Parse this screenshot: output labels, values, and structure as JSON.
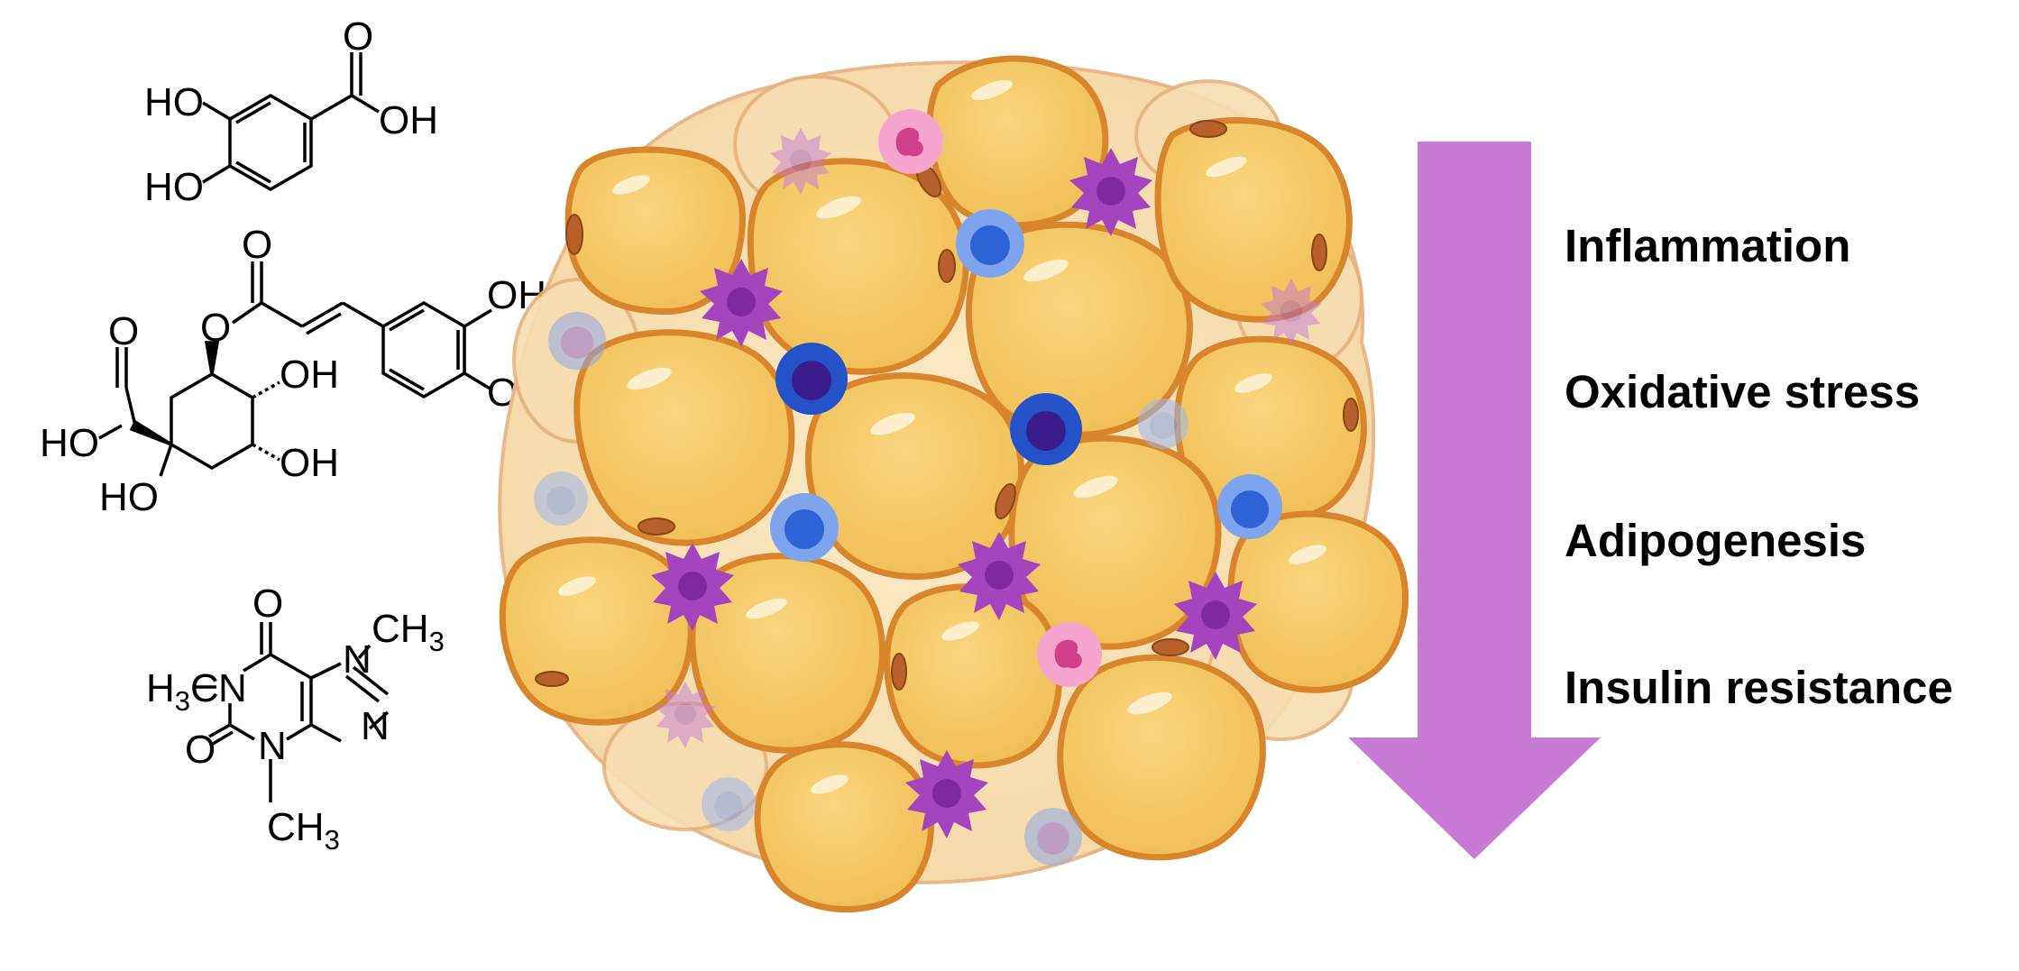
{
  "molecules": {
    "protocatechuic": {
      "ho_top": "HO",
      "ho_bottom": "HO",
      "o": "O",
      "oh": "OH"
    },
    "chlorogenic": {
      "o_carbonyl": "O",
      "o_ester": "O",
      "oh_ring_top": "OH",
      "oh_ring_bottom": "OH",
      "oh_q1": "OH",
      "oh_q2": "OH",
      "ho_q3": "HO",
      "o_acid": "O",
      "ho_acid": "HO"
    },
    "caffeine": {
      "o_top": "O",
      "o_left": "O",
      "n1": "N",
      "n3": "N",
      "n7": "N",
      "n9": "N",
      "h3c_left": "H",
      "h3c_left_sub": "3",
      "h3c_left_c": "C",
      "ch3_right": "CH",
      "ch3_right_sub": "3",
      "ch3_bottom": "CH",
      "ch3_bottom_sub": "3"
    }
  },
  "outcomes": [
    "Inflammation",
    "Oxidative stress",
    "Adipogenesis",
    "Insulin resistance"
  ],
  "colors": {
    "arrow": "#C77BD4",
    "adipocyte_fill": "#F5C96A",
    "adipocyte_border": "#D8852C",
    "background_tissue": "#F8DDB0",
    "macrophage": "#A040B8",
    "lymphocyte": "#2B5FD0",
    "neutrophil": "#F7A8CF"
  },
  "icons": [
    "adipose-tissue-illustration",
    "down-arrow-icon"
  ]
}
